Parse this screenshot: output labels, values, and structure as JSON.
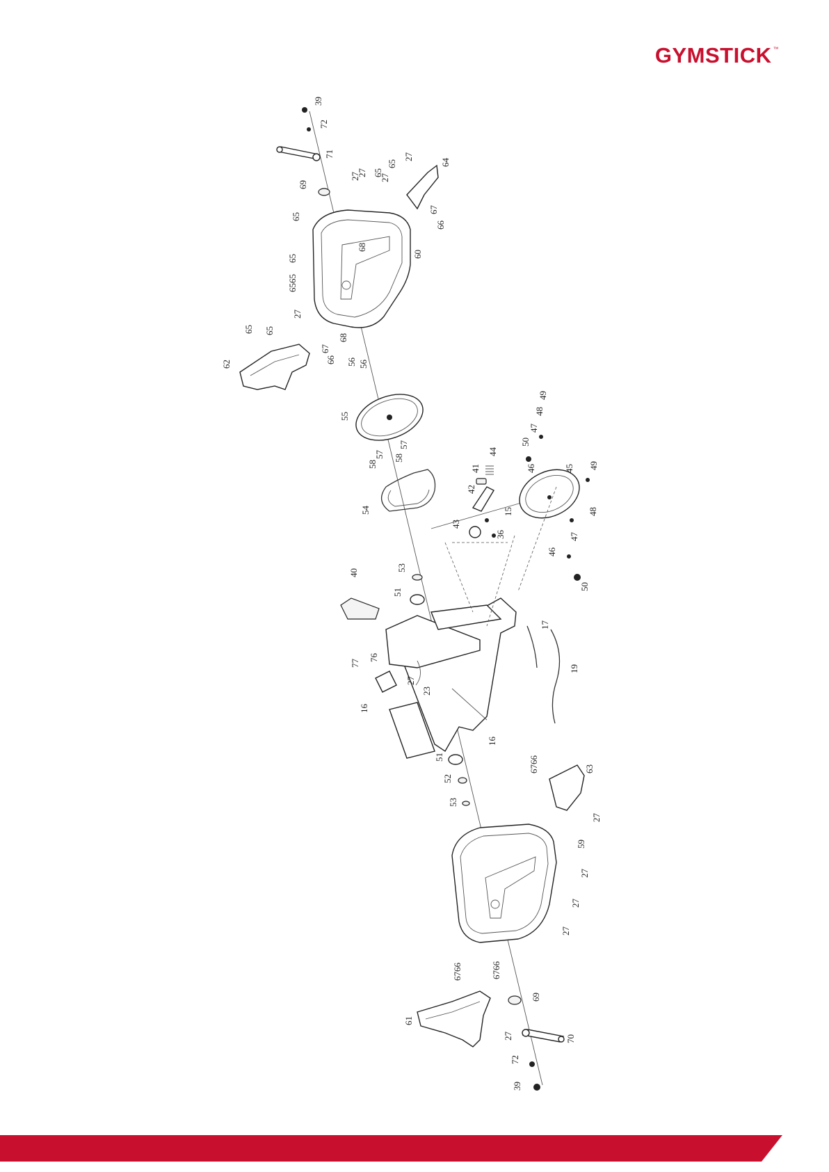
{
  "brand": {
    "name": "GYMSTICK",
    "trademark": "™",
    "color": "#c8102e"
  },
  "footer": {
    "bar_color": "#c8102e"
  },
  "part_labels": [
    "39",
    "72",
    "71",
    "69",
    "65",
    "27",
    "27",
    "65",
    "27",
    "65",
    "27",
    "64",
    "67",
    "66",
    "60",
    "68",
    "65",
    "6565",
    "27",
    "65",
    "65",
    "62",
    "67",
    "66",
    "68",
    "56",
    "56",
    "55",
    "57",
    "58",
    "57",
    "58",
    "54",
    "53",
    "51",
    "40",
    "77",
    "76",
    "27",
    "23",
    "16",
    "16",
    "51",
    "52",
    "53",
    "43",
    "36",
    "15",
    "42",
    "41",
    "44",
    "46",
    "50",
    "47",
    "48",
    "49",
    "45",
    "46",
    "47",
    "48",
    "49",
    "50",
    "17",
    "19",
    "63",
    "6766",
    "27",
    "59",
    "27",
    "27",
    "27",
    "6766",
    "6766",
    "61",
    "27",
    "69",
    "70",
    "72",
    "39"
  ]
}
